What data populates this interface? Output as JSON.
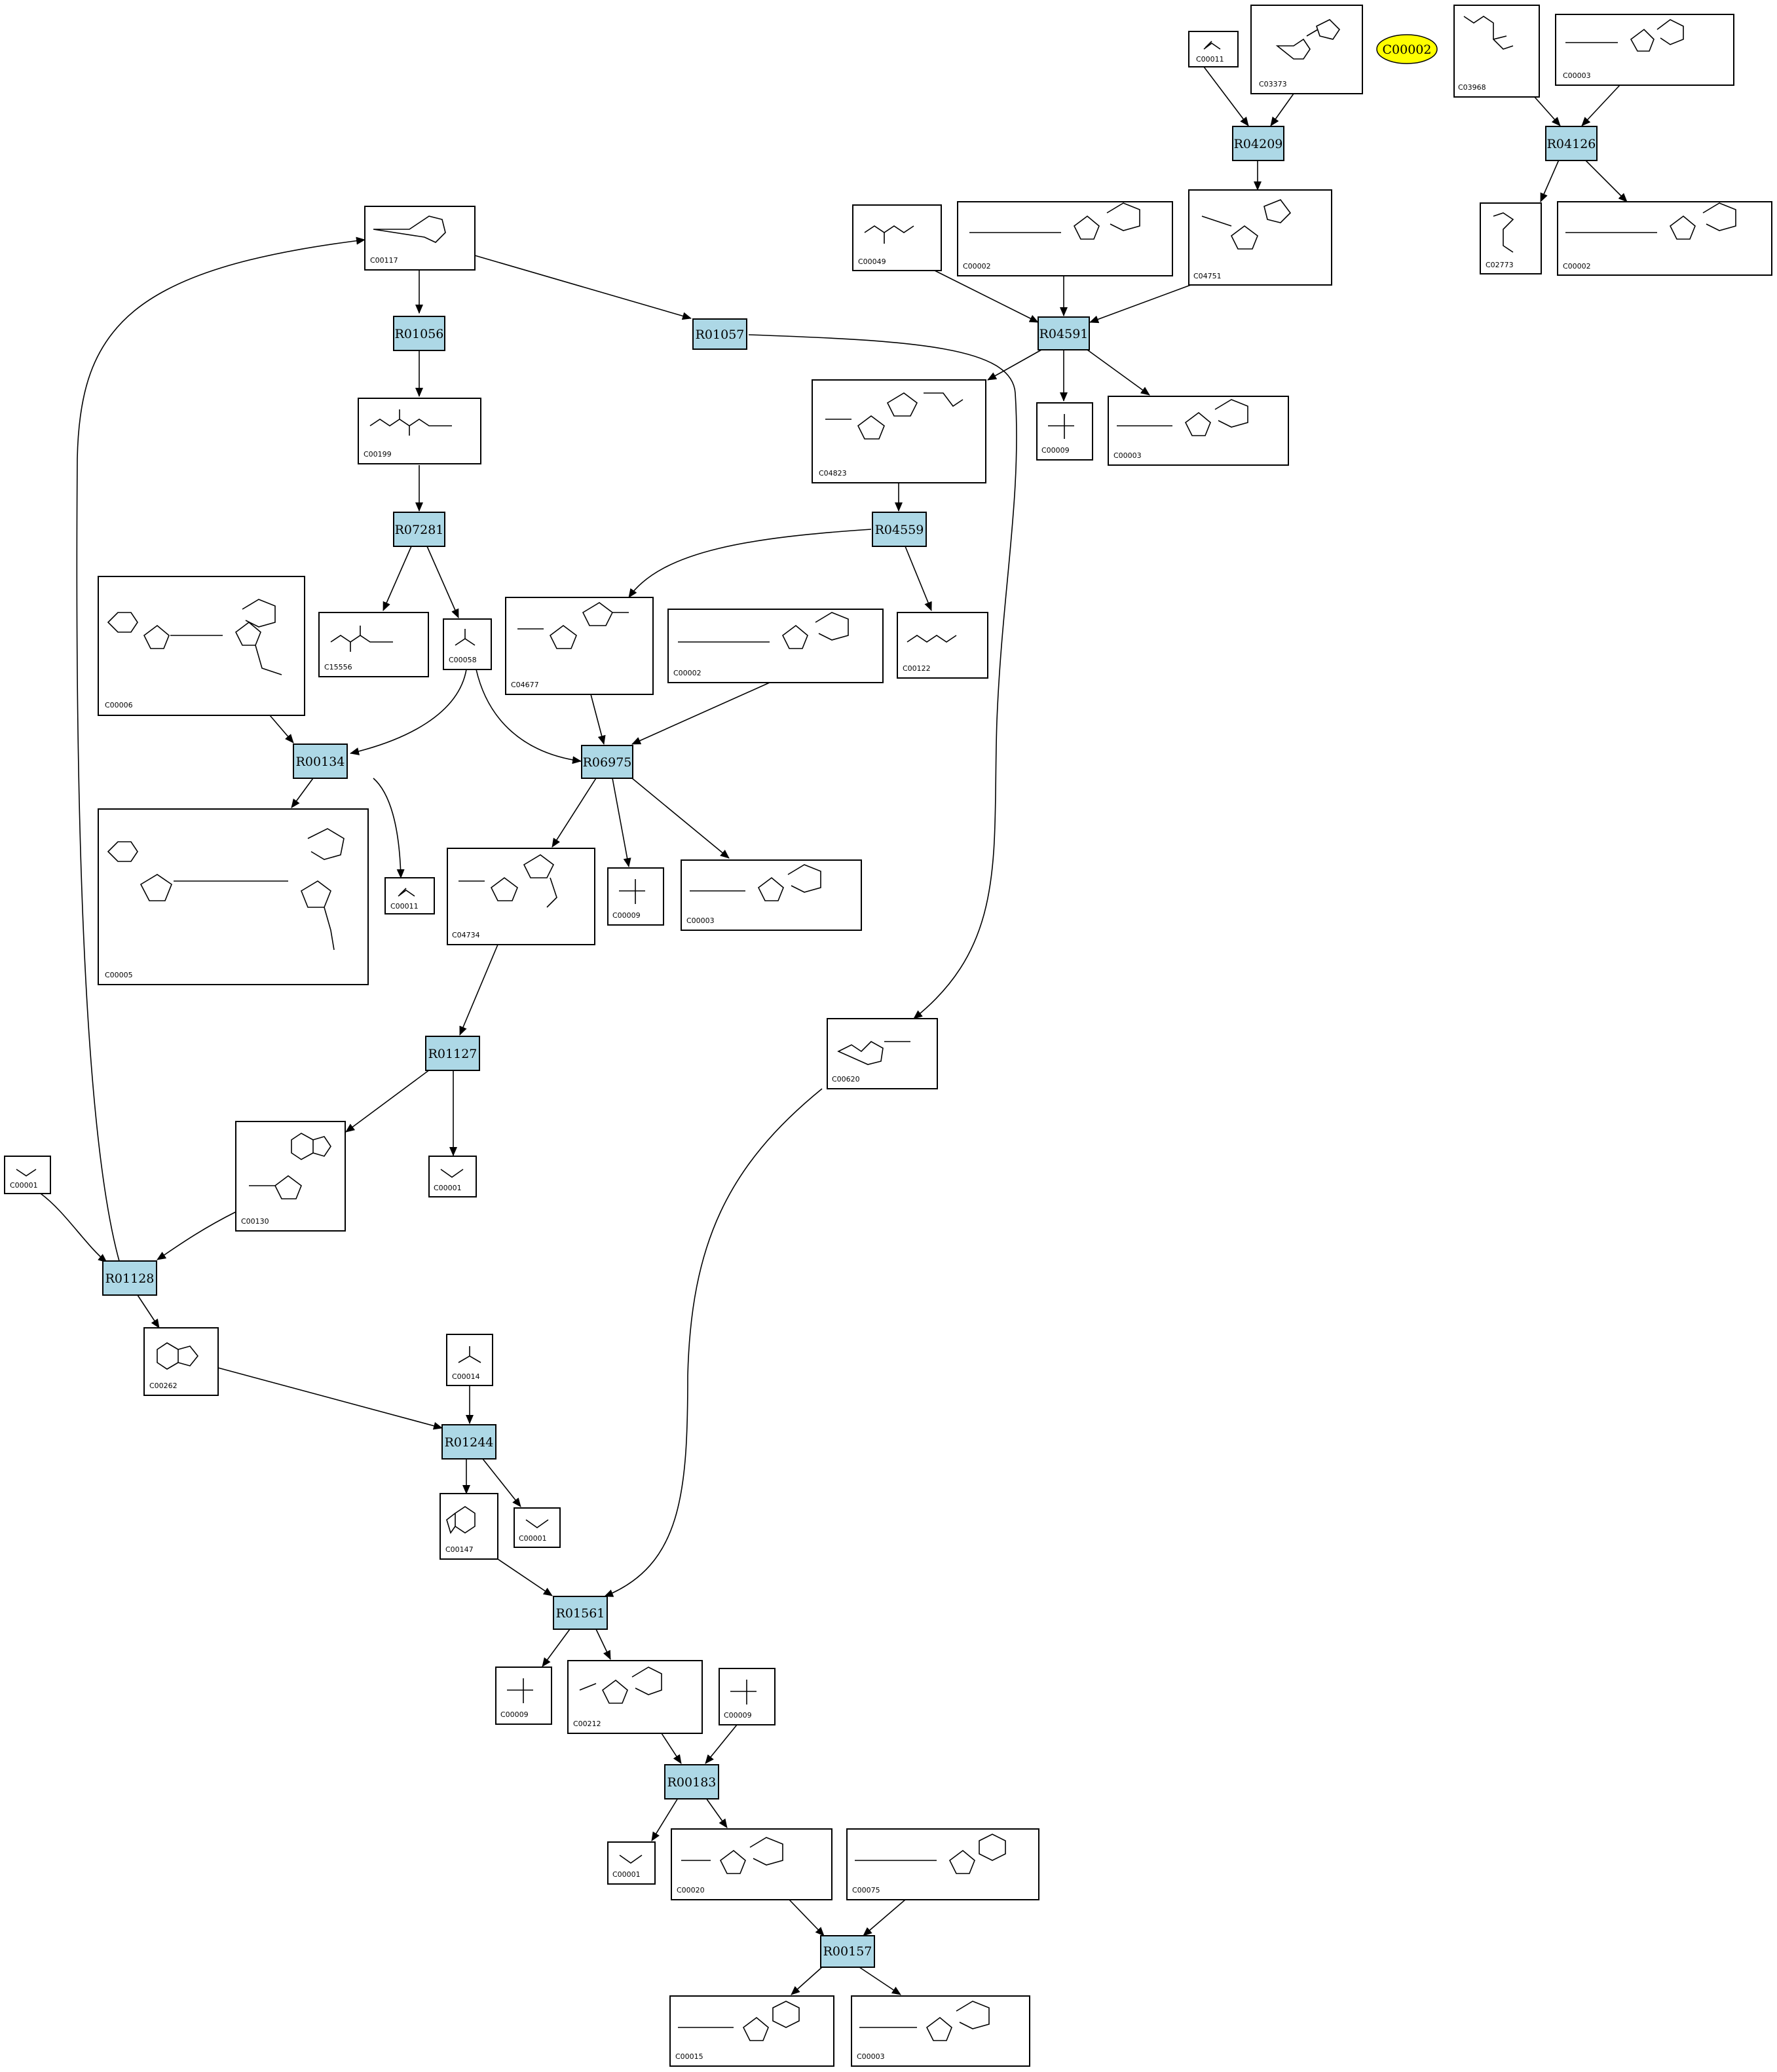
{
  "highlight": {
    "label": "C00002",
    "color": "#ffff00"
  },
  "colors": {
    "reaction_fill": "#add8e6",
    "compound_fill": "#ffffff",
    "edge": "#000000"
  },
  "reactions": [
    "R04209",
    "R04126",
    "R01056",
    "R01057",
    "R04591",
    "R07281",
    "R04559",
    "R00134",
    "R06975",
    "R01127",
    "R01128",
    "R01244",
    "R01561",
    "R00183",
    "R00157"
  ],
  "compounds": [
    "C00011",
    "C03373",
    "C03968",
    "C00003",
    "C00117",
    "C00049",
    "C00002",
    "C04751",
    "C02773",
    "C00002",
    "C00199",
    "C04823",
    "C00009",
    "C00003",
    "C00006",
    "C15556",
    "C00058",
    "C04677",
    "C00002",
    "C00122",
    "C00005",
    "C00011",
    "C04734",
    "C00009",
    "C00003",
    "C00620",
    "C00001",
    "C00130",
    "C00001",
    "C00262",
    "C00014",
    "C00147",
    "C00001",
    "C00009",
    "C00212",
    "C00009",
    "C00001",
    "C00020",
    "C00075",
    "C00015",
    "C00003"
  ],
  "edges": [
    [
      "C00011",
      "R04209"
    ],
    [
      "C03373",
      "R04209"
    ],
    [
      "R04209",
      "C04751"
    ],
    [
      "C03968",
      "R04126"
    ],
    [
      "C00003",
      "R04126"
    ],
    [
      "R04126",
      "C02773"
    ],
    [
      "R04126",
      "C00002"
    ],
    [
      "C00117",
      "R01056"
    ],
    [
      "C00117",
      "R01057"
    ],
    [
      "R01057",
      "C00620"
    ],
    [
      "C00049",
      "R04591"
    ],
    [
      "C00002",
      "R04591"
    ],
    [
      "C04751",
      "R04591"
    ],
    [
      "R04591",
      "C04823"
    ],
    [
      "R04591",
      "C00009"
    ],
    [
      "R04591",
      "C00003"
    ],
    [
      "R01056",
      "C00199"
    ],
    [
      "C00199",
      "R07281"
    ],
    [
      "R07281",
      "C15556"
    ],
    [
      "R07281",
      "C00058"
    ],
    [
      "C04823",
      "R04559"
    ],
    [
      "R04559",
      "C04677"
    ],
    [
      "R04559",
      "C00122"
    ],
    [
      "C00006",
      "R00134"
    ],
    [
      "C00058",
      "R00134"
    ],
    [
      "C00058",
      "R06975"
    ],
    [
      "C04677",
      "R06975"
    ],
    [
      "C00002",
      "R06975"
    ],
    [
      "R00134",
      "C00005"
    ],
    [
      "R00134",
      "C00011"
    ],
    [
      "R06975",
      "C04734"
    ],
    [
      "R06975",
      "C00009"
    ],
    [
      "R06975",
      "C00003"
    ],
    [
      "C04734",
      "R01127"
    ],
    [
      "R01127",
      "C00130"
    ],
    [
      "R01127",
      "C00001"
    ],
    [
      "C00001",
      "R01128"
    ],
    [
      "C00130",
      "R01128"
    ],
    [
      "R01128",
      "C00117"
    ],
    [
      "R01128",
      "C00262"
    ],
    [
      "C00262",
      "R01244"
    ],
    [
      "C00014",
      "R01244"
    ],
    [
      "R01244",
      "C00147"
    ],
    [
      "R01244",
      "C00001"
    ],
    [
      "C00147",
      "R01561"
    ],
    [
      "C00620",
      "R01561"
    ],
    [
      "R01561",
      "C00009"
    ],
    [
      "R01561",
      "C00212"
    ],
    [
      "C00212",
      "R00183"
    ],
    [
      "C00009",
      "R00183"
    ],
    [
      "R00183",
      "C00001"
    ],
    [
      "R00183",
      "C00020"
    ],
    [
      "C00020",
      "R00157"
    ],
    [
      "C00075",
      "R00157"
    ],
    [
      "R00157",
      "C00015"
    ],
    [
      "R00157",
      "C00003"
    ]
  ]
}
